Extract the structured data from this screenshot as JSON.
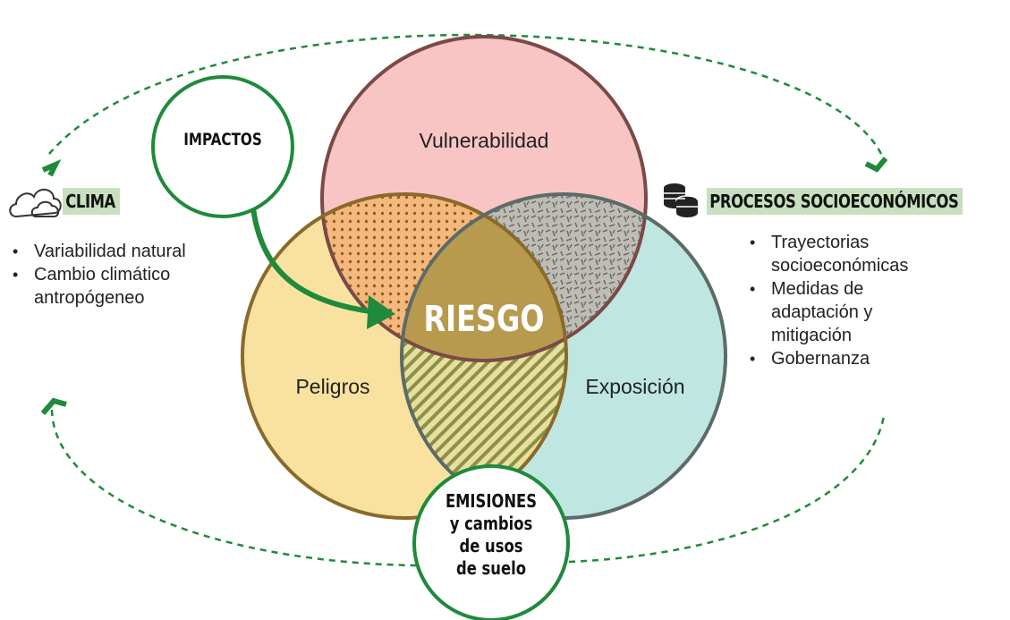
{
  "venn": {
    "vulnerabilidad": "Vulnerabilidad",
    "peligros": "Peligros",
    "exposicion": "Exposición",
    "center": "RIESGO"
  },
  "impactos": "IMPACTOS",
  "emisiones": [
    "EMISIONES",
    "y cambios",
    "de usos",
    "de suelo"
  ],
  "clima": {
    "title": "CLIMA",
    "items": [
      "Variabilidad natural",
      "Cambio climático antropógeneo"
    ]
  },
  "procesos": {
    "title": "PROCESOS SOCIOECONÓMICOS",
    "items": [
      "Trayectorias socioeconómicas",
      "Medidas de adaptación y mitigación",
      "Gobernanza"
    ]
  },
  "colors": {
    "accent_green": "#1f8a3b",
    "vulnerabilidad_fill": "#f8c4c4",
    "peligros_fill": "#f9e2a0",
    "exposicion_fill": "#bfe6e1",
    "riesgo_fill": "#b89a4e",
    "tag_bg": "#c8e0bf"
  },
  "icons": {
    "clima": "cloud-icon",
    "procesos": "coins-icon"
  }
}
